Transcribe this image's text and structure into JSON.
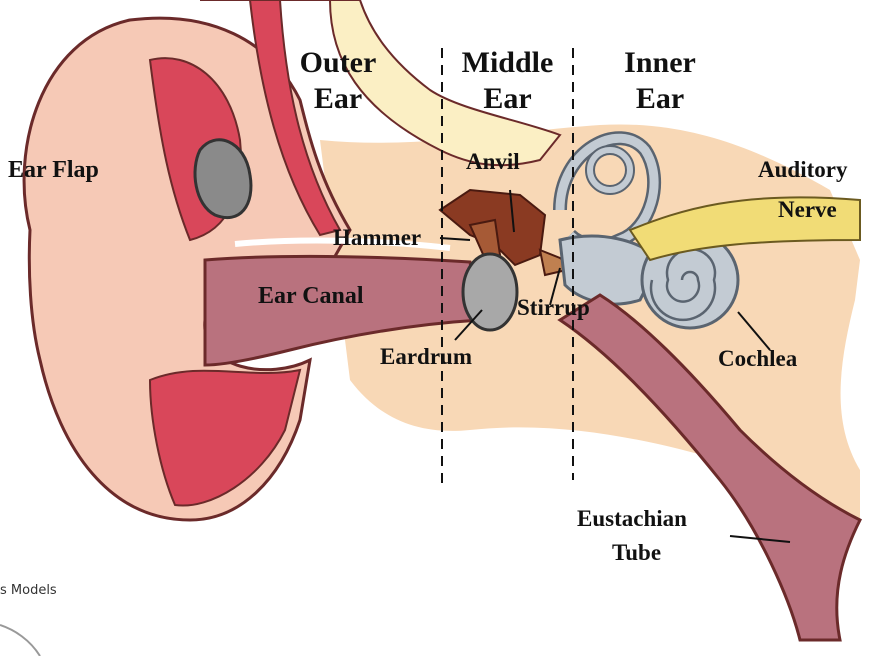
{
  "sections": {
    "outer": [
      "Outer",
      "Ear"
    ],
    "middle": [
      "Middle",
      "Ear"
    ],
    "inner": [
      "Inner",
      "Ear"
    ]
  },
  "labels": {
    "ear_flap": "Ear Flap",
    "ear_canal": "Ear Canal",
    "hammer": "Hammer",
    "anvil": "Anvil",
    "stirrup": "Stirrup",
    "eardrum": "Eardrum",
    "auditory": "Auditory",
    "nerve": "Nerve",
    "cochlea": "Cochlea",
    "eustachian": "Eustachian",
    "tube": "Tube"
  },
  "watermark": "s Models",
  "colors": {
    "skin": "#f6c9b6",
    "cartilage_red": "#d9475a",
    "cream": "#fbefc4",
    "canal": "#b9727e",
    "bone_brown": "#8a3a22",
    "inner_gray": "#c3cbd3",
    "nerve_yellow": "#f1dc76",
    "tissue": "#f8d8b6"
  }
}
